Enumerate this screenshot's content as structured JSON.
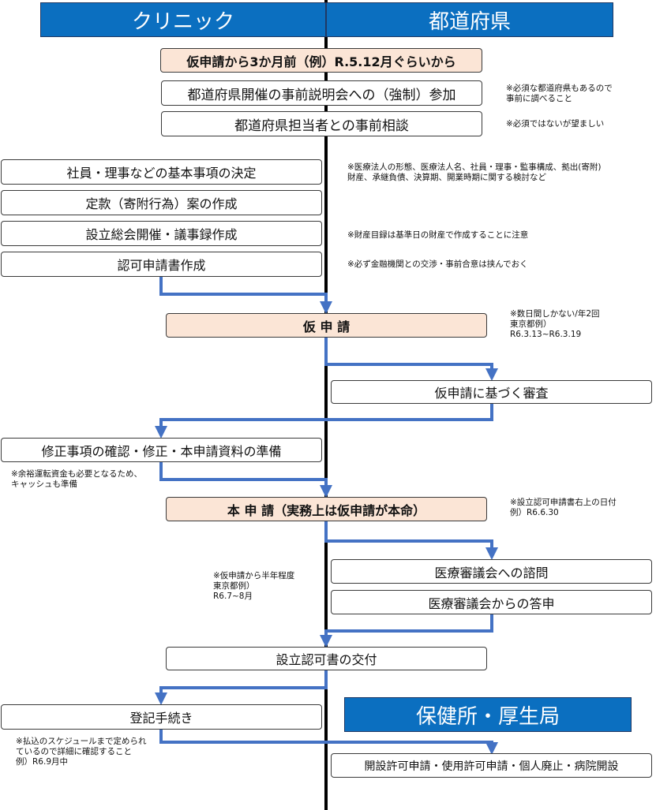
{
  "headers": {
    "clinic": "クリニック",
    "prefecture": "都道府県",
    "health_office": "保健所・厚生局"
  },
  "steps": {
    "timing": "仮申請から3か月前（例）R.5.12月ぐらいから",
    "briefing": "都道府県開催の事前説明会への（強制）参加",
    "consult": "都道府県担当者との事前相談",
    "basics": "社員・理事などの基本事項の決定",
    "articles": "定款（寄附行為）案の作成",
    "meeting": "設立総会開催・議事録作成",
    "application_doc": "認可申請書作成",
    "pre_application": "仮 申 請",
    "review": "仮申請に基づく審査",
    "revision": "修正事項の確認・修正・本申請資料の準備",
    "main_application": "本 申 請（実務上は仮申請が本命）",
    "council_inquiry": "医療審議会への諮問",
    "council_report": "医療審議会からの答申",
    "permit_issue": "設立認可書の交付",
    "registration": "登記手続き",
    "opening": "開設許可申請・使用許可申請・個人廃止・病院開設"
  },
  "notes": {
    "briefing": "※必須な都道府県もあるので\n事前に調べること",
    "consult": "※必須ではないが望ましい",
    "basics": "※医療法人の形態、医療法人名、社員・理事・監事構成、拠出(寄附)\n財産、承継負債、決算期、開業時期に関する検討など",
    "meeting": "※財産目録は基準日の財産で作成することに注意",
    "application_doc": "※必ず金融機関との交渉・事前合意は挟んでおく",
    "pre_application": "※数日間しかない/年2回\n東京都例）\nR6.3.13~R6.3.19",
    "revision": "※余裕運転資金も必要となるため、\nキャッシュも準備",
    "main_application": "※設立認可申請書右上の日付\n例）R6.6.30",
    "council": "※仮申請から半年程度\n東京都例）\nR6.7~8月",
    "registration": "※払込のスケジュールまで定められ\nているので詳細に確認すること\n例）R6.9月中"
  },
  "colors": {
    "header": "#0b6fc0",
    "connector": "#4472c4",
    "peach": "#fbe5d6"
  }
}
